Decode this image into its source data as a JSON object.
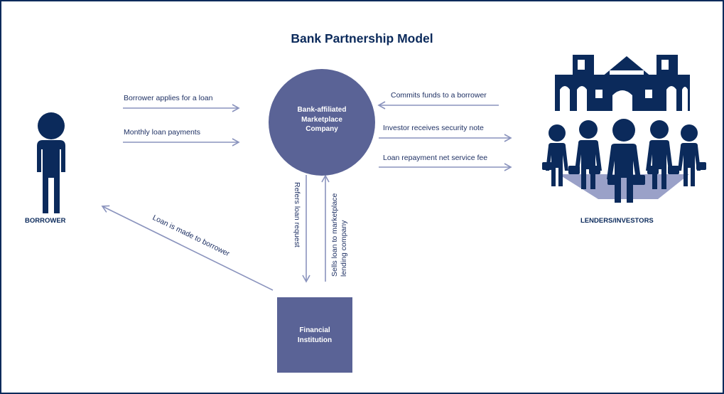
{
  "title": "Bank Partnership Model",
  "nodes": {
    "marketplace": "Bank-affiliated Marketplace Company",
    "marketplace_lines": [
      "Bank-affiliated",
      "Marketplace",
      "Company"
    ],
    "financial": "Financial Institution",
    "financial_lines": [
      "Financial",
      "Institution"
    ],
    "borrower": "BORROWER",
    "lenders": "LENDERS/INVESTORS"
  },
  "flows": {
    "applies": "Borrower applies for a loan",
    "monthly": "Monthly loan payments",
    "commits": "Commits funds to a borrower",
    "security": "Investor receives security note",
    "repayment": "Loan repayment net service fee",
    "refers": "Refers loan request",
    "sells_line1": "Sells loan to marketplace",
    "sells_line2": "lending company",
    "loan_made": "Loan is made to borrower"
  },
  "colors": {
    "navy": "#0b2a5b",
    "node_fill": "#5a6396",
    "arrow": "#8a93bd",
    "label": "#1f3164"
  },
  "icons": [
    "person-icon",
    "bank-building-icon",
    "investors-group-icon"
  ]
}
